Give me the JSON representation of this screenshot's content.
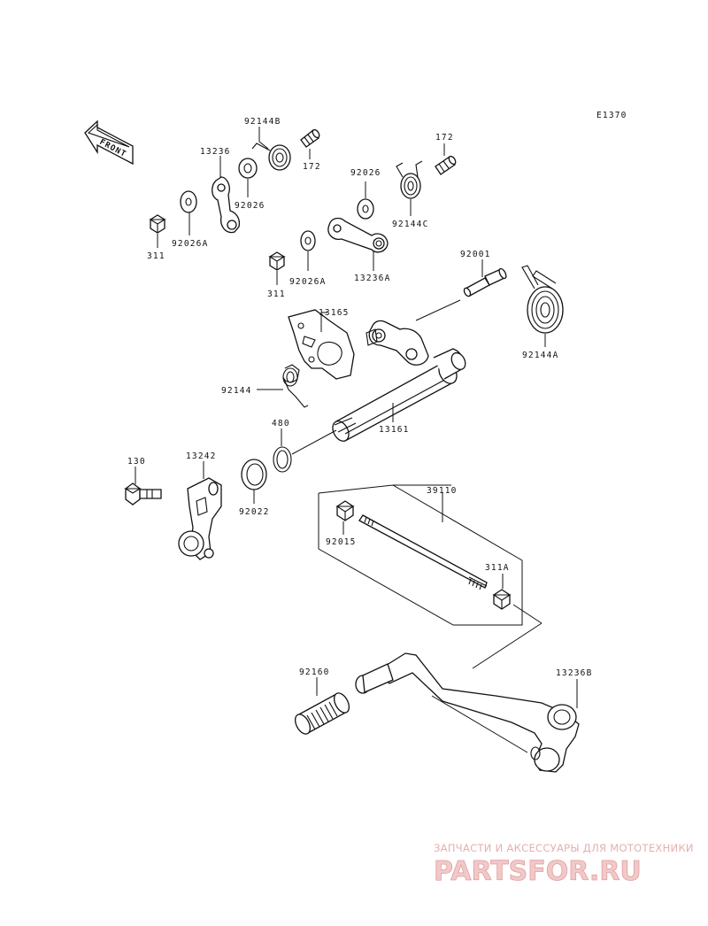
{
  "diagram_code": "E1370",
  "front_label": "FRONT",
  "parts": {
    "p92144B": "92144B",
    "p172a": "172",
    "p13236": "13236",
    "p92026a": "92026",
    "p172b": "172",
    "p92026b": "92026",
    "p92144C": "92144C",
    "p311a": "311",
    "p92026Aa": "92026A",
    "p311b": "311",
    "p92026Ab": "92026A",
    "p13236A": "13236A",
    "p92001": "92001",
    "p13165": "13165",
    "p92144A": "92144A",
    "p92144": "92144",
    "p480": "480",
    "p13161": "13161",
    "p130": "130",
    "p13242": "13242",
    "p92022": "92022",
    "p39110": "39110",
    "p92015": "92015",
    "p311A": "311A",
    "p92160": "92160",
    "p13236B": "13236B"
  },
  "watermark": {
    "tagline": "ЗАПЧАСТИ И АКСЕССУАРЫ ДЛЯ МОТОТЕХНИКИ",
    "brand": "PARTSFOR.RU"
  }
}
